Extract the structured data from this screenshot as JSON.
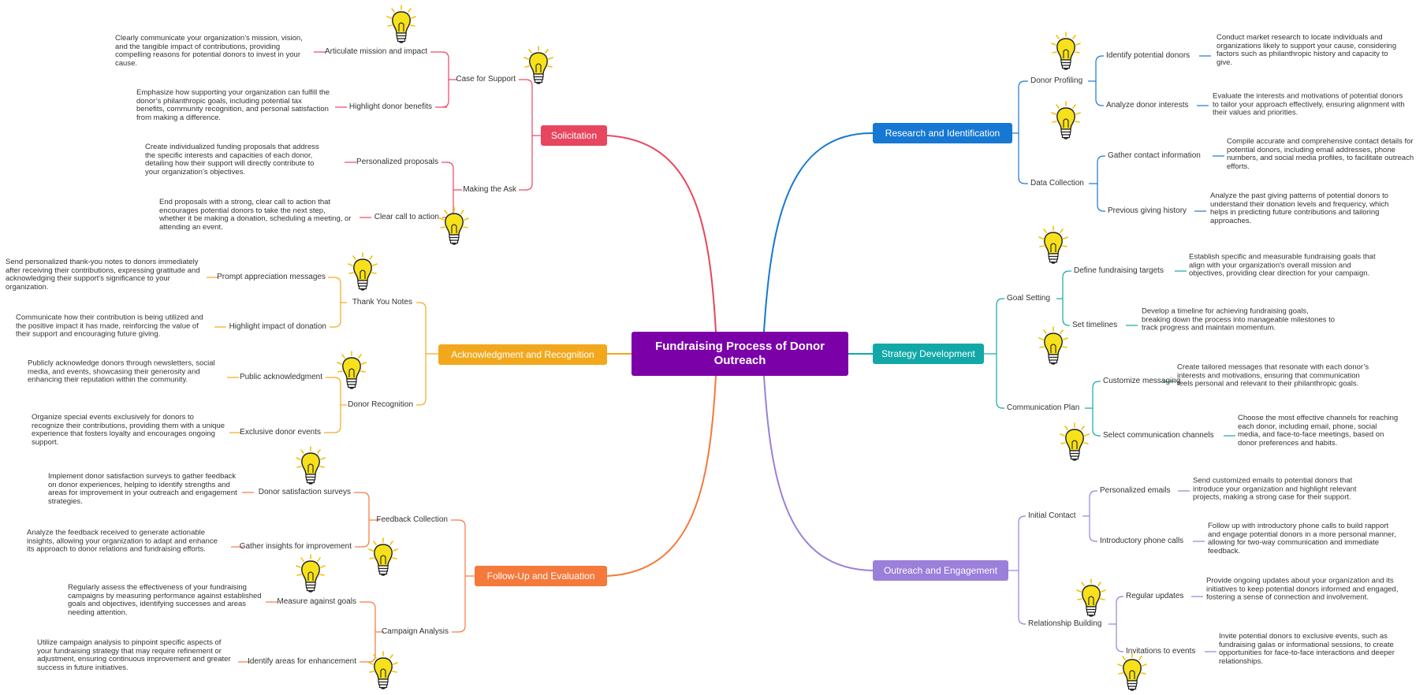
{
  "central": {
    "title": "Fundraising Process of Donor Outreach"
  },
  "branches": {
    "solicitation": {
      "label": "Solicitation",
      "color": "#e8455e",
      "case": {
        "label": "Case for Support",
        "mission": {
          "label": "Articulate mission and impact",
          "desc": "Clearly communicate your organization's mission, vision, and the tangible impact of contributions, providing compelling reasons for potential donors to invest in your cause."
        },
        "benefits": {
          "label": "Highlight donor benefits",
          "desc": "Emphasize how supporting your organization can fulfill the donor’s philanthropic goals, including potential tax benefits, community recognition, and personal satisfaction from making a difference."
        }
      },
      "ask": {
        "label": "Making the Ask",
        "proposals": {
          "label": "Personalized proposals",
          "desc": "Create individualized funding proposals that address the specific interests and capacities of each donor, detailing how their support will directly contribute to your organization’s objectives."
        },
        "cta": {
          "label": "Clear call to action",
          "desc": "End proposals with a strong, clear call to action that encourages potential donors to take the next step, whether it be making a donation, scheduling a meeting, or attending an event."
        }
      }
    },
    "acknowledgment": {
      "label": "Acknowledgment and Recognition",
      "color": "#f2a81d",
      "thanks": {
        "label": "Thank You Notes",
        "prompt": {
          "label": "Prompt appreciation messages",
          "desc": "Send personalized thank-you notes to donors immediately after receiving their contributions, expressing gratitude and acknowledging their support's significance to your organization."
        },
        "impact": {
          "label": "Highlight impact of donation",
          "desc": "Communicate how their contribution is being utilized and the positive impact it has made, reinforcing the value of their support and encouraging future giving."
        }
      },
      "recognition": {
        "label": "Donor Recognition",
        "public": {
          "label": "Public acknowledgment",
          "desc": "Publicly acknowledge donors through newsletters, social media, and events, showcasing their generosity and enhancing their reputation within the community."
        },
        "events": {
          "label": "Exclusive donor events",
          "desc": "Organize special events exclusively for donors to recognize their contributions, providing them with a unique experience that fosters loyalty and encourages ongoing support."
        }
      }
    },
    "followup": {
      "label": "Follow-Up and Evaluation",
      "color": "#f5793b",
      "feedback": {
        "label": "Feedback Collection",
        "surveys": {
          "label": "Donor satisfaction surveys",
          "desc": "Implement donor satisfaction surveys to gather feedback on donor experiences, helping to identify strengths and areas for improvement in your outreach and engagement strategies."
        },
        "insights": {
          "label": "Gather insights for improvement",
          "desc": "Analyze the feedback received to generate actionable insights, allowing your organization to adapt and enhance its approach to donor relations and fundraising efforts."
        }
      },
      "campaign": {
        "label": "Campaign Analysis",
        "measure": {
          "label": "Measure against goals",
          "desc": "Regularly assess the effectiveness of your fundraising campaigns by measuring performance against established goals and objectives, identifying successes and areas needing attention."
        },
        "enhance": {
          "label": "Identify areas for enhancement",
          "desc": "Utilize campaign analysis to pinpoint specific aspects of your fundraising strategy that may require refinement or adjustment, ensuring continuous improvement and greater success in future initiatives."
        }
      }
    },
    "research": {
      "label": "Research and Identification",
      "color": "#1678d2",
      "profiling": {
        "label": "Donor Profiling",
        "identify": {
          "label": "Identify potential donors",
          "desc": "Conduct market research to locate individuals and organizations likely to support your cause, considering factors such as philanthropic history and capacity to give."
        },
        "interests": {
          "label": "Analyze donor interests",
          "desc": "Evaluate the interests and motivations of potential donors to tailor your approach effectively, ensuring alignment with their values and priorities."
        }
      },
      "data": {
        "label": "Data Collection",
        "contact": {
          "label": "Gather contact information",
          "desc": "Compile accurate and comprehensive contact details for potential donors, including email addresses, phone numbers, and social media profiles, to facilitate outreach efforts."
        },
        "history": {
          "label": "Previous giving history",
          "desc": "Analyze the past giving patterns of potential donors to understand their donation levels and frequency, which helps in predicting future contributions and tailoring approaches."
        }
      }
    },
    "strategy": {
      "label": "Strategy Development",
      "color": "#13a8a8",
      "goals": {
        "label": "Goal Setting",
        "targets": {
          "label": "Define fundraising targets",
          "desc": "Establish specific and measurable fundraising goals that align with your organization's overall mission and objectives, providing clear direction for your campaign."
        },
        "timelines": {
          "label": "Set timelines",
          "desc": "Develop a timeline for achieving fundraising goals, breaking down the process into manageable milestones to track progress and maintain momentum."
        }
      },
      "comm": {
        "label": "Communication Plan",
        "messaging": {
          "label": "Customize messaging",
          "desc": "Create tailored messages that resonate with each donor’s interests and motivations, ensuring that communication feels personal and relevant to their philanthropic goals."
        },
        "channels": {
          "label": "Select communication channels",
          "desc": "Choose the most effective channels for reaching each donor, including email, phone, social media, and face-to-face meetings, based on donor preferences and habits."
        }
      }
    },
    "outreach": {
      "label": "Outreach and Engagement",
      "color": "#9b7fd9",
      "initial": {
        "label": "Initial Contact",
        "emails": {
          "label": "Personalized emails",
          "desc": "Send customized emails to potential donors that introduce your organization and highlight relevant projects, making a strong case for their support."
        },
        "calls": {
          "label": "Introductory phone calls",
          "desc": "Follow up with introductory phone calls to build rapport and engage potential donors in a more personal manner, allowing for two-way communication and immediate feedback."
        }
      },
      "relationship": {
        "label": "Relationship Building",
        "updates": {
          "label": "Regular updates",
          "desc": "Provide ongoing updates about your organization and its initiatives to keep potential donors informed and engaged, fostering a sense of connection and involvement."
        },
        "invites": {
          "label": "Invitations to events",
          "desc": "Invite potential donors to exclusive events, such as fundraising galas or informational sessions, to create opportunities for face-to-face interactions and deeper relationships."
        }
      }
    }
  },
  "icons": {
    "idea": "lightbulb-icon",
    "bulb_color": "#f7e11a"
  }
}
